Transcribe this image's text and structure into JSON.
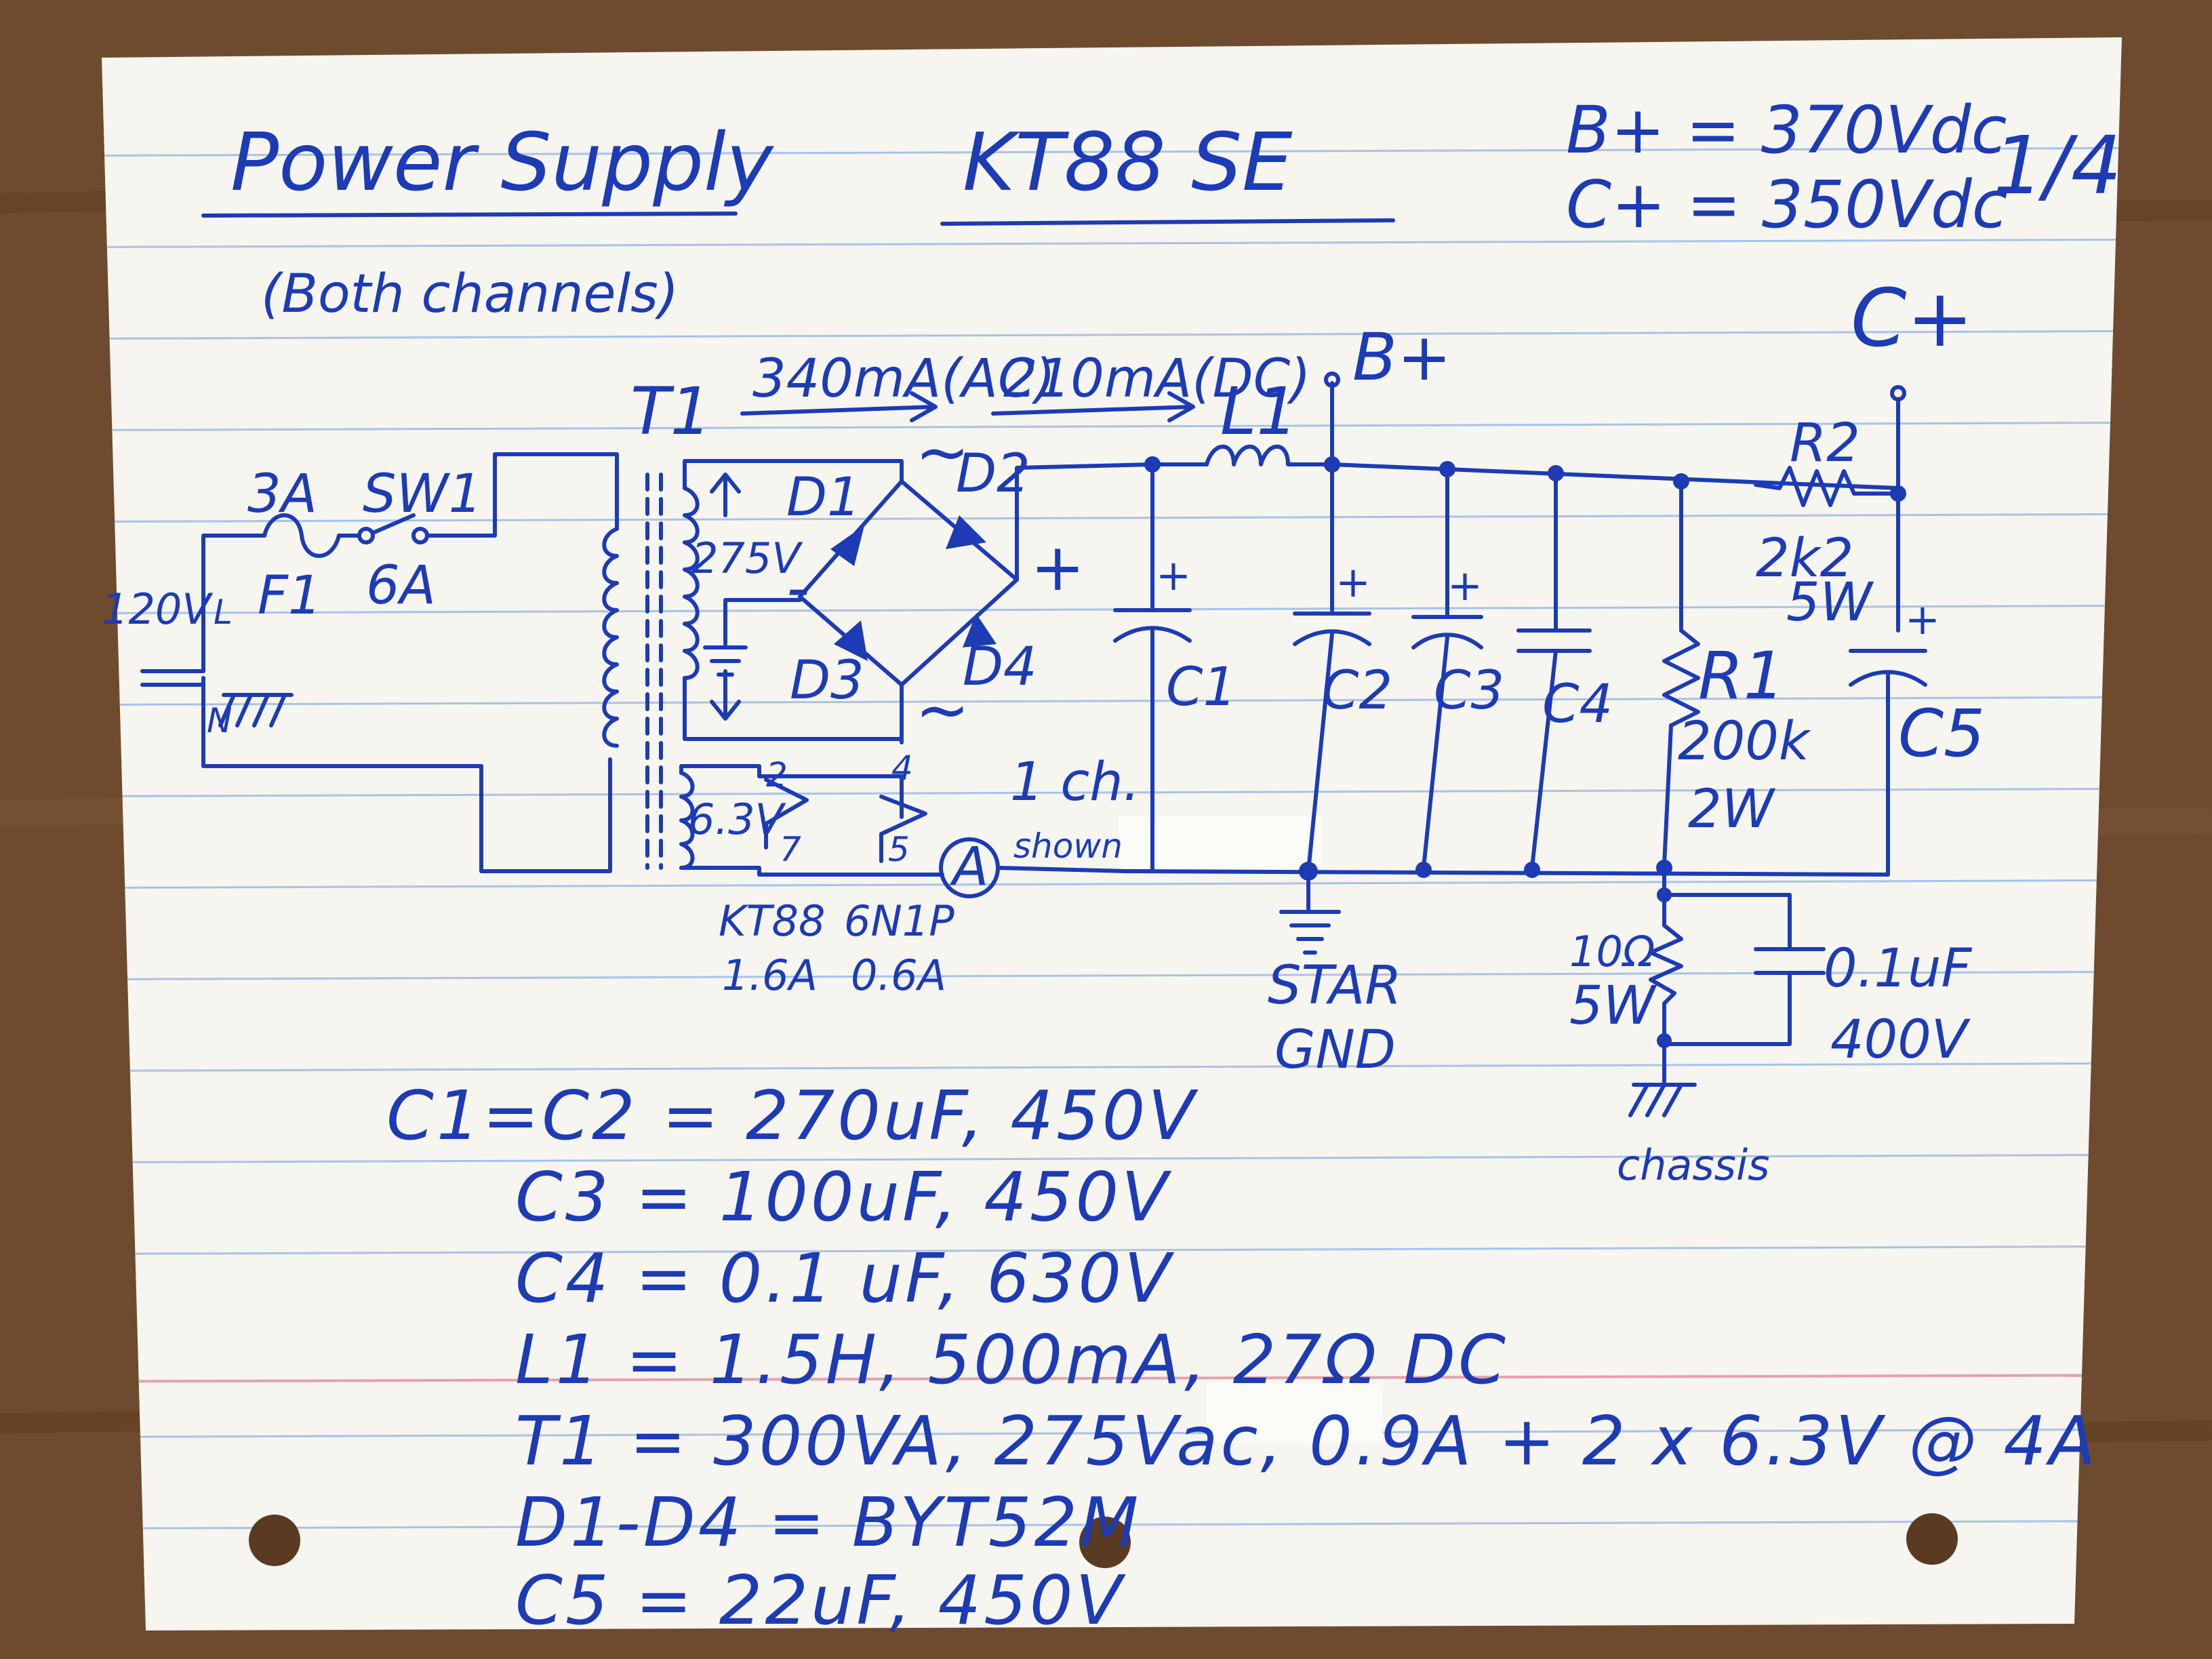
{
  "page": {
    "title": "Power Supply",
    "subtitle": "(Both channels)",
    "project": "KT88 SE",
    "sheet_number": "1/4",
    "b_plus_voltage": "B+ = 370Vdc",
    "c_plus_voltage": "C+ = 350Vdc"
  },
  "mains": {
    "voltage": "120V",
    "line": "L",
    "neutral": "N",
    "fuse_rating": "3A",
    "fuse_ref": "F1",
    "switch_ref": "SW1",
    "switch_rating": "6A"
  },
  "transformer": {
    "ref": "T1",
    "hv_secondary": "275V",
    "heater_secondary": "6.3V",
    "pin_2": "2",
    "pin_7": "7",
    "pin_4": "4",
    "pin_5": "5",
    "ammeter": "A",
    "note_line1": "1 ch.",
    "note_line2": "shown",
    "kt88_label": "KT88",
    "kt88_current": "1.6A",
    "sixn1p_label": "6N1P",
    "sixn1p_current": "0.6A"
  },
  "rectifier": {
    "d1": "D1",
    "d2": "D2",
    "d3": "D3",
    "d4": "D4",
    "ac_mark": "~",
    "plus_mark": "+",
    "minus_mark": "-",
    "ac_current": "340mA(AC)",
    "dc_current": "210mA(DC)"
  },
  "filter": {
    "l1": "L1",
    "b_plus": "B+",
    "c_plus": "C+",
    "c1": "C1",
    "c2": "C2",
    "c3": "C3",
    "c4": "C4",
    "c5": "C5",
    "cap_plus": "+",
    "r1": "R1",
    "r1_value": "200k",
    "r1_power": "2W",
    "r2": "R2",
    "r2_value": "2k2",
    "r2_power": "5W",
    "star_gnd_line1": "STAR",
    "star_gnd_line2": "GND",
    "r_gnd_value": "10Ω",
    "r_gnd_power": "5W",
    "c_gnd_value": "0.1uF",
    "c_gnd_voltage": "400V",
    "chassis": "chassis"
  },
  "parts_list": [
    "C1=C2 = 270uF, 450V",
    "C3 = 100uF, 450V",
    "C4 = 0.1 uF, 630V",
    "L1 = 1.5H, 500mA, 27Ω DC",
    "T1 = 300VA, 275Vac, 0.9A  + 2 x 6.3V @ 4A",
    "D1-D4 = BYT52M",
    "C5 = 22uF, 450V"
  ],
  "colors": {
    "ink": "#1c3bb5",
    "paper": "#f6f5f0",
    "rule_line": "#a9c3e6",
    "margin_line": "#e3a3aa",
    "wood": "#6b4a30"
  }
}
